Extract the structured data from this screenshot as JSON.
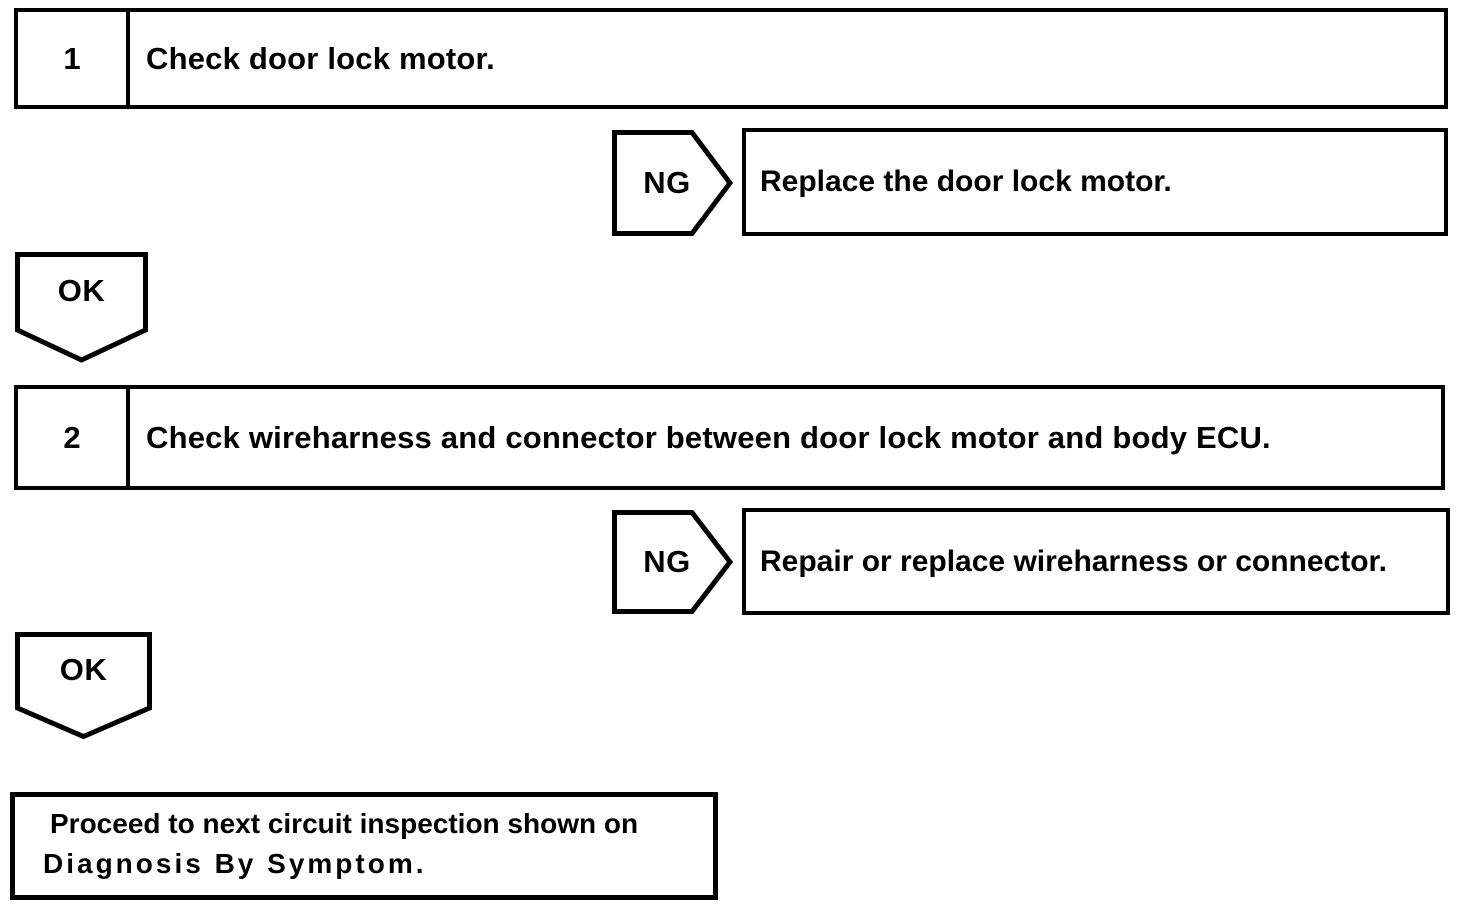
{
  "flowchart": {
    "steps": [
      {
        "number": "1",
        "instruction": "Check door lock motor.",
        "ng_label": "NG",
        "ng_action": "Replace the door lock motor.",
        "ok_label": "OK"
      },
      {
        "number": "2",
        "instruction": "Check wireharness and connector between door lock motor and body ECU.",
        "ng_label": "NG",
        "ng_action": "Repair or replace wireharness or connector.",
        "ok_label": "OK"
      }
    ],
    "conclusion": {
      "line1": "Proceed to next circuit inspection shown on",
      "line2": "Diagnosis By Symptom."
    },
    "colors": {
      "ink": "#000000",
      "paper": "#ffffff"
    }
  }
}
